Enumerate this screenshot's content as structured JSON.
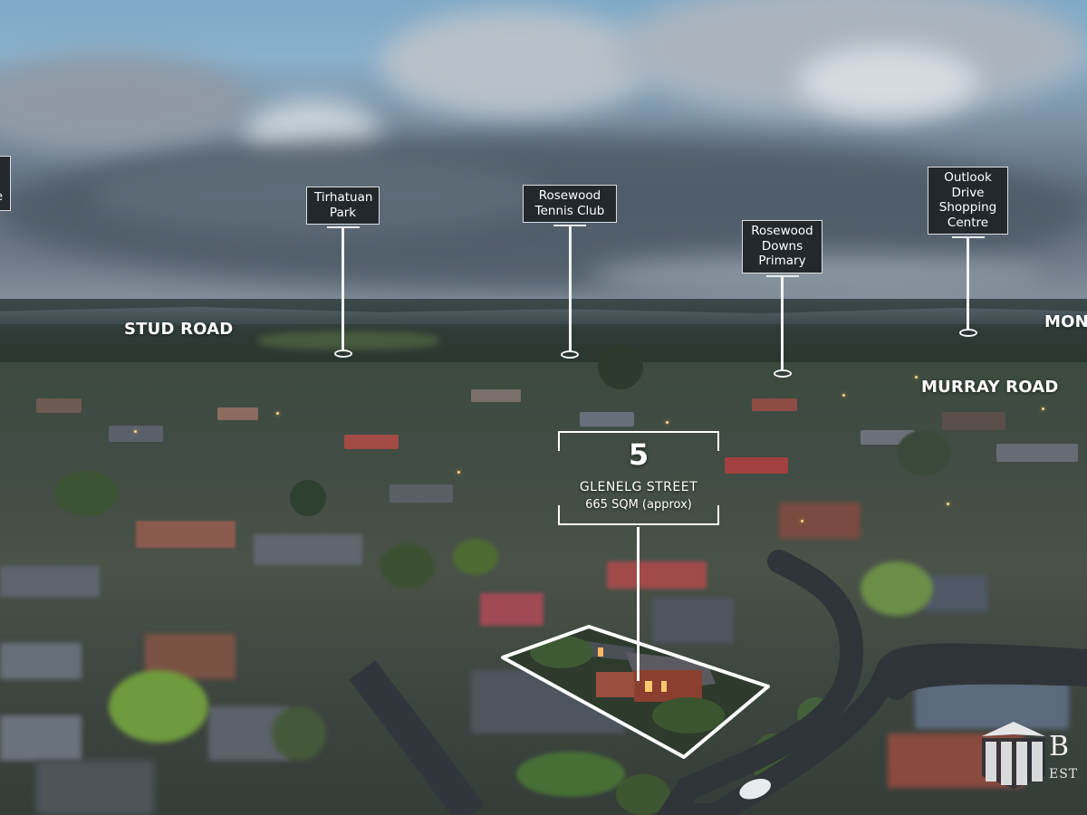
{
  "image": {
    "type": "aerial-real-estate-photo",
    "description": "Dusk aerial view of suburban neighbourhood with property boundary outline and points of interest"
  },
  "points_of_interest": [
    {
      "label": "…e",
      "lines": [
        "",
        "e"
      ],
      "partial": true
    },
    {
      "label": "Tirhatuan Park",
      "lines": [
        "Tirhatuan",
        "Park"
      ]
    },
    {
      "label": "Rosewood Tennis Club",
      "lines": [
        "Rosewood",
        "Tennis Club"
      ]
    },
    {
      "label": "Rosewood Downs Primary",
      "lines": [
        "Rosewood",
        "Downs",
        "Primary"
      ]
    },
    {
      "label": "Outlook Drive Shopping Centre",
      "lines": [
        "Outlook",
        "Drive",
        "Shopping",
        "Centre"
      ]
    }
  ],
  "road_labels": {
    "stud_road": "STUD ROAD",
    "murray_road": "MURRAY ROAD",
    "mon_partial": "MON"
  },
  "property": {
    "number": "5",
    "street": "GLENELG STREET",
    "area": "665 SQM (approx)"
  },
  "logo": {
    "icon": "columns-building-icon",
    "letter": "B",
    "subtext": "EST"
  },
  "colors": {
    "label_box_bg": "#23282d",
    "label_text": "#ffffff",
    "outline": "#ffffff",
    "sky": "#7fa9c7"
  }
}
